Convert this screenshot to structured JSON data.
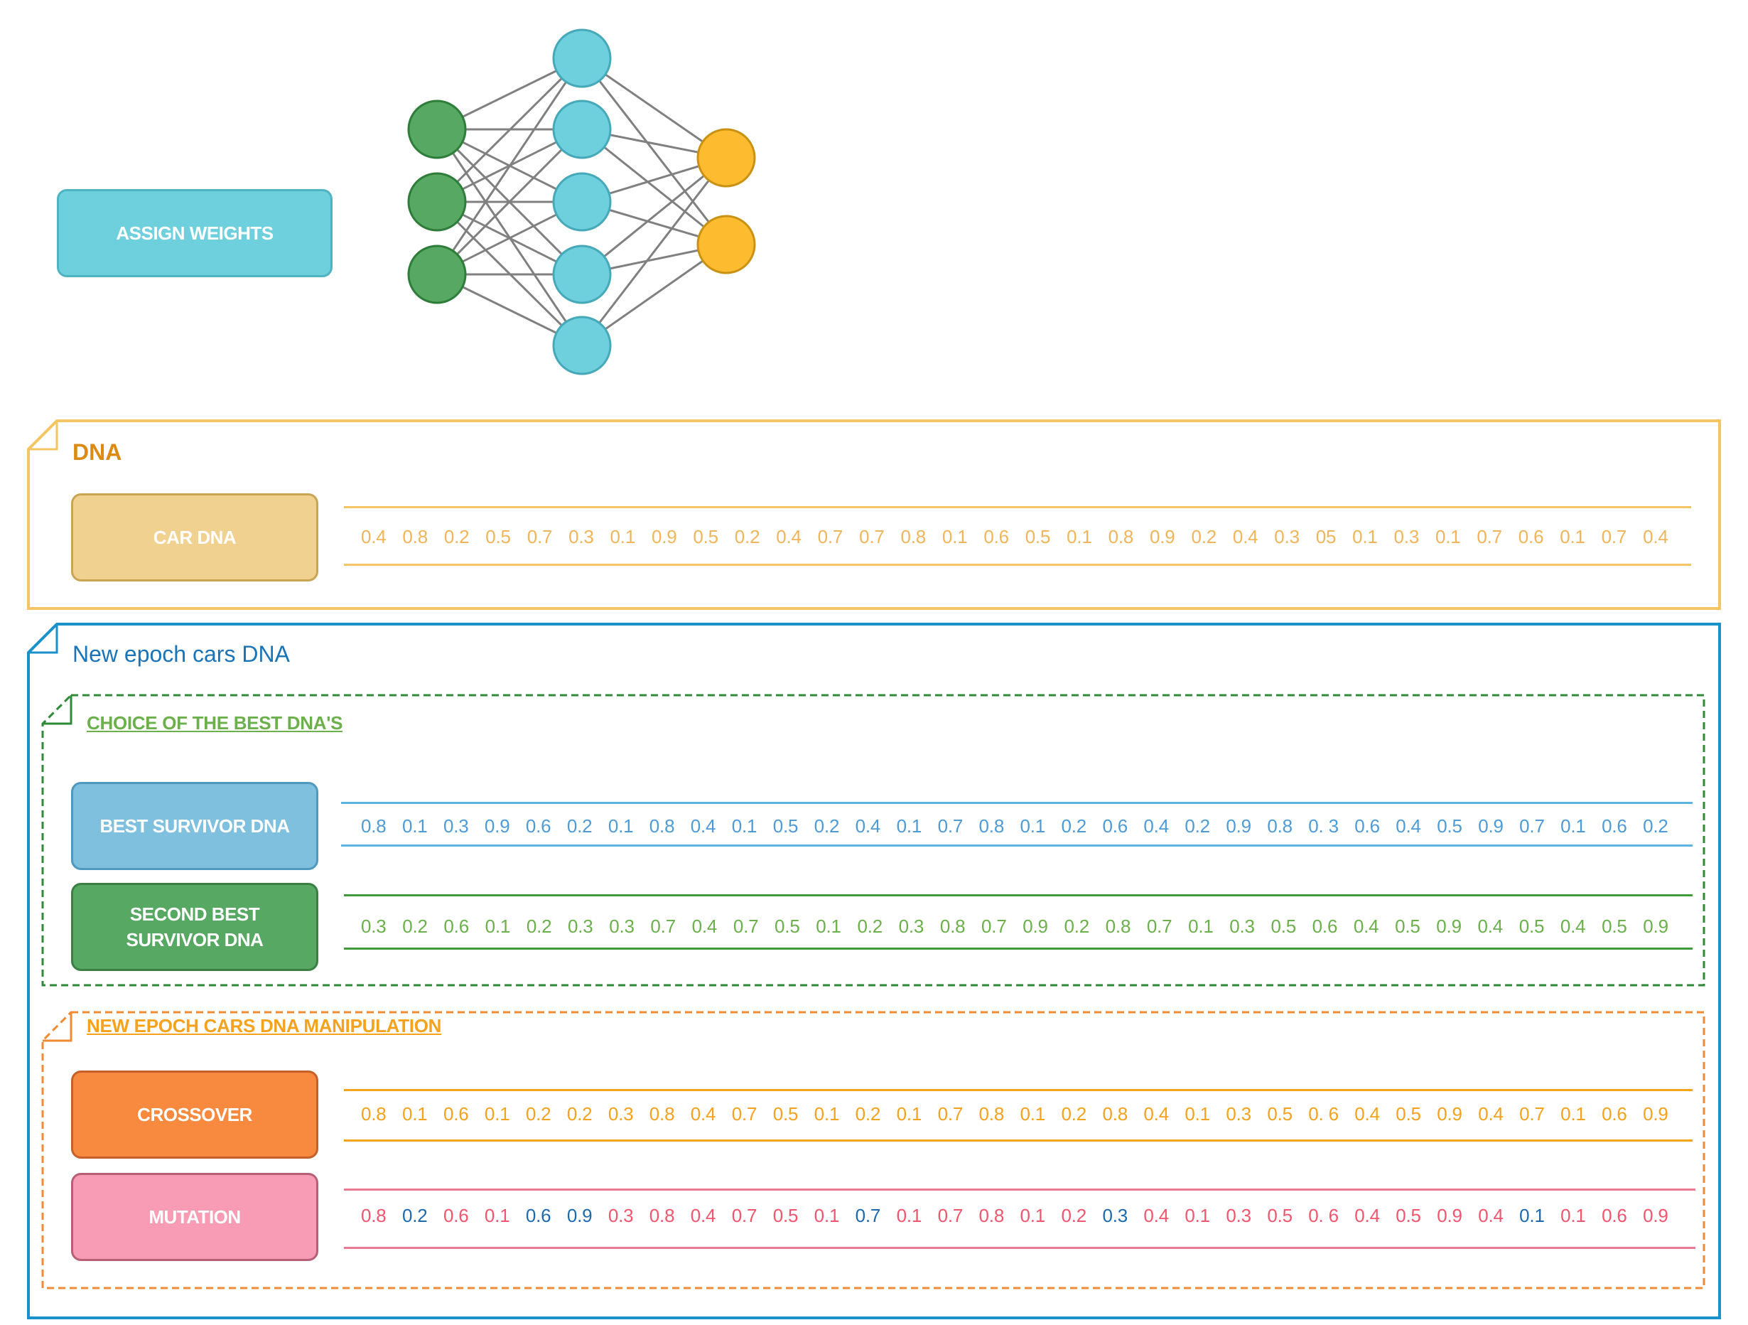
{
  "assign_weights": {
    "label": "ASSIGN WEIGHTS",
    "color": "#6ECFDD"
  },
  "network": {
    "input_color": "#57A862",
    "hidden_color": "#6ECFDD",
    "output_color": "#FDBB30",
    "edge_color": "#808080",
    "layers": [
      3,
      5,
      2
    ]
  },
  "dna_panel": {
    "title": "DNA",
    "color": "#F5C563",
    "car_dna": {
      "label": "CAR DNA",
      "color": "#F0D190",
      "text_color": "#F0B55A",
      "values": [
        "0.4",
        "0.8",
        "0.2",
        "0.5",
        "0.7",
        "0.3",
        "0.1",
        "0.9",
        "0.5",
        "0.2",
        "0.4",
        "0.7",
        "0.7",
        "0.8",
        "0.1",
        "0.6",
        "0.5",
        "0.1",
        "0.8",
        "0.9",
        "0.2",
        "0.4",
        "0.3",
        "05",
        "0.1",
        "0.3",
        "0.1",
        "0.7",
        "0.6",
        "0.1",
        "0.7",
        "0.4"
      ]
    }
  },
  "epoch_panel": {
    "title": "New epoch cars DNA",
    "color": "#1A91C9",
    "choice": {
      "title": "CHOICE OF THE BEST DNA'S",
      "color": "#2E8B3A",
      "best": {
        "label": "BEST SURVIVOR DNA",
        "color": "#7FC0DE",
        "text_color": "#4E9BD6",
        "values": [
          "0.8",
          "0.1",
          "0.3",
          "0.9",
          "0.6",
          "0.2",
          "0.1",
          "0.8",
          "0.4",
          "0.1",
          "0.5",
          "0.2",
          "0.4",
          "0.1",
          "0.7",
          "0.8",
          "0.1",
          "0.2",
          "0.6",
          "0.4",
          "0.2",
          "0.9",
          "0.8",
          "0. 3",
          "0.6",
          "0.4",
          "0.5",
          "0.9",
          "0.7",
          "0.1",
          "0.6",
          "0.2"
        ]
      },
      "second": {
        "label_line1": "SECOND BEST",
        "label_line2": "SURVIVOR DNA",
        "color": "#57A862",
        "text_color": "#6BB04B",
        "values": [
          "0.3",
          "0.2",
          "0.6",
          "0.1",
          "0.2",
          "0.3",
          "0.3",
          "0.7",
          "0.4",
          "0.7",
          "0.5",
          "0.1",
          "0.2",
          "0.3",
          "0.8",
          "0.7",
          "0.9",
          "0.2",
          "0.8",
          "0.7",
          "0.1",
          "0.3",
          "0.5",
          "0.6",
          "0.4",
          "0.5",
          "0.9",
          "0.4",
          "0.5",
          "0.4",
          "0.5",
          "0.9"
        ]
      }
    },
    "manipulation": {
      "title": "NEW EPOCH CARS DNA MANIPULATION",
      "color": "#F08A33",
      "crossover": {
        "label": "CROSSOVER",
        "color": "#F88A40",
        "text_color": "#F5A21D",
        "values": [
          "0.8",
          "0.1",
          "0.6",
          "0.1",
          "0.2",
          "0.2",
          "0.3",
          "0.8",
          "0.4",
          "0.7",
          "0.5",
          "0.1",
          "0.2",
          "0.1",
          "0.7",
          "0.8",
          "0.1",
          "0.2",
          "0.8",
          "0.4",
          "0.1",
          "0.3",
          "0.5",
          "0. 6",
          "0.4",
          "0.5",
          "0.9",
          "0.4",
          "0.7",
          "0.1",
          "0.6",
          "0.9"
        ]
      },
      "mutation": {
        "label": "MUTATION",
        "color": "#F89BB4",
        "text_color": "#F0566E",
        "mutated_color": "#1C6AAF",
        "values": [
          "0.8",
          "0.2",
          "0.6",
          "0.1",
          "0.6",
          "0.9",
          "0.3",
          "0.8",
          "0.4",
          "0.7",
          "0.5",
          "0.1",
          "0.7",
          "0.1",
          "0.7",
          "0.8",
          "0.1",
          "0.2",
          "0.3",
          "0.4",
          "0.1",
          "0.3",
          "0.5",
          "0. 6",
          "0.4",
          "0.5",
          "0.9",
          "0.4",
          "0.1",
          "0.1",
          "0.6",
          "0.9"
        ],
        "mutated_indices": [
          1,
          4,
          5,
          12,
          18,
          28
        ]
      }
    }
  }
}
